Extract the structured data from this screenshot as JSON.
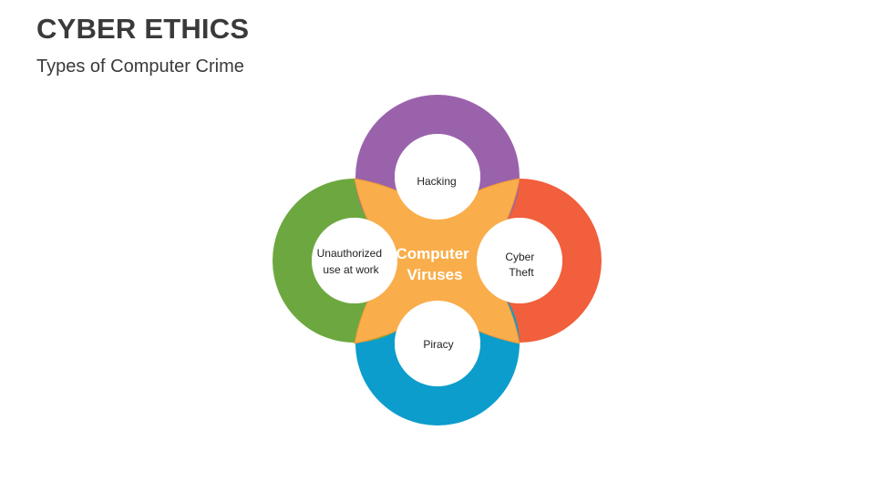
{
  "header": {
    "title": "CYBER ETHICS",
    "subtitle": "Types of Computer Crime"
  },
  "diagram": {
    "center": {
      "line1": "Computer",
      "line2": "Viruses",
      "color": "#F9AE4B"
    },
    "nodes": [
      {
        "id": "top",
        "lines": [
          "Hacking"
        ],
        "color": "#9B62AC"
      },
      {
        "id": "right",
        "lines": [
          "Cyber",
          "Theft"
        ],
        "color": "#F15F3C"
      },
      {
        "id": "bottom",
        "lines": [
          "Piracy"
        ],
        "color": "#0C9DCC"
      },
      {
        "id": "left",
        "lines": [
          "Unauthorized",
          "use at work"
        ],
        "color": "#6CA83F"
      }
    ]
  }
}
